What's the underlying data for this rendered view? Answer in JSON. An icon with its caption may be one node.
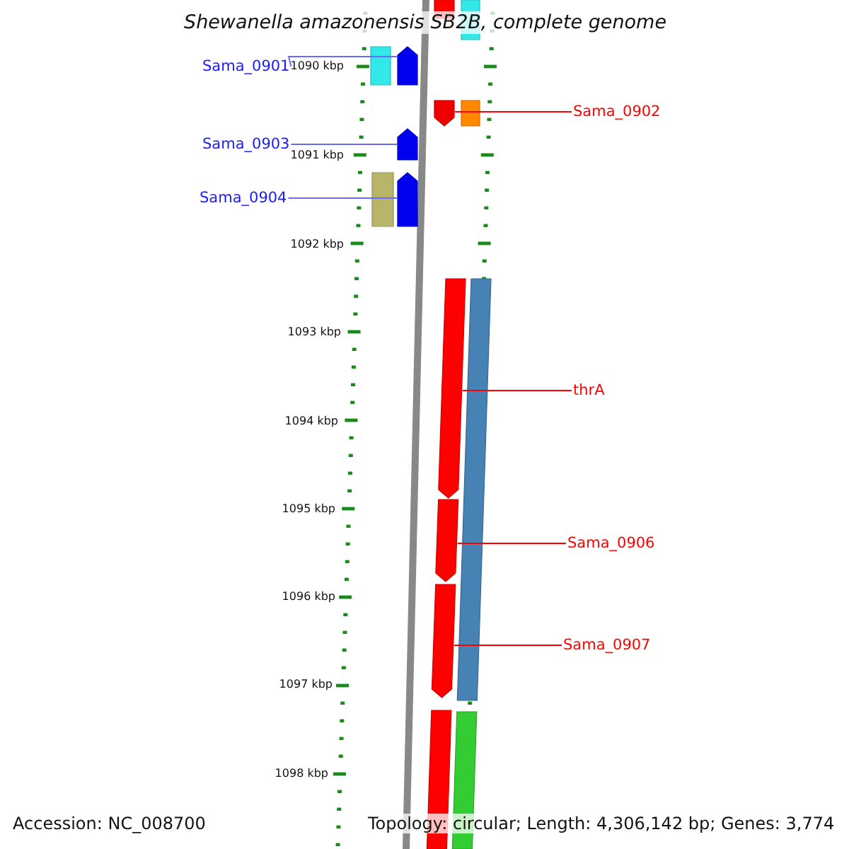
{
  "diagram": {
    "title": "Shewanella amazonensis SB2B, complete genome",
    "nodes": [
      {
        "text": [
          "Sama_0901"
        ]
      },
      {
        "text": [
          "Sama_0902"
        ]
      },
      {
        "text": [
          "Sama_0903"
        ]
      },
      {
        "text": [
          "Sama_0904"
        ]
      },
      {
        "text": [
          "thrA"
        ]
      },
      {
        "text": [
          "Sama_0906"
        ]
      },
      {
        "text": [
          "Sama_0907"
        ]
      },
      {
        "text": [],
        "shape": "bar"
      },
      {
        "text": [],
        "shape": "bar"
      },
      {
        "text": [],
        "shape": "bar"
      },
      {
        "text": [],
        "shape": "pentagon"
      },
      {
        "text": [],
        "shape": "pentagon"
      },
      {
        "text": [],
        "shape": "bar"
      },
      {
        "text": [],
        "shape": "pentagon"
      },
      {
        "text": [],
        "shape": "bar"
      },
      {
        "text": [],
        "shape": "pentagon"
      },
      {
        "text": [],
        "shape": "pentagon"
      },
      {
        "text": [],
        "shape": "bar"
      },
      {
        "text": [],
        "shape": "pentagon"
      },
      {
        "text": [],
        "shape": "pentagon"
      },
      {
        "text": [],
        "shape": "bar"
      },
      {
        "text": [],
        "shape": "bar"
      }
    ],
    "edges": [
      {
        "from": 0,
        "to": 10,
        "arrow": "none",
        "color": "#6a6aff"
      },
      {
        "from": 1,
        "to": 11,
        "arrow": "none"
      },
      {
        "from": 2,
        "to": 13,
        "arrow": "none",
        "color": "#6a6aff"
      },
      {
        "from": 3,
        "to": 15,
        "arrow": "none",
        "color": "#6a6aff"
      },
      {
        "from": 4,
        "to": 16,
        "arrow": "none"
      },
      {
        "from": 5,
        "to": 18,
        "arrow": "none"
      },
      {
        "from": 6,
        "to": 19,
        "arrow": "none"
      }
    ],
    "labels": [
      "1090 kbp",
      "1091 kbp",
      "1092 kbp",
      "1093 kbp",
      "1094 kbp",
      "1095 kbp",
      "1096 kbp",
      "1097 kbp",
      "1098 kbp",
      "Accession: NC_008700",
      "Topology: circular; Length: 4,306,142 bp; Genes: 3,774"
    ]
  }
}
